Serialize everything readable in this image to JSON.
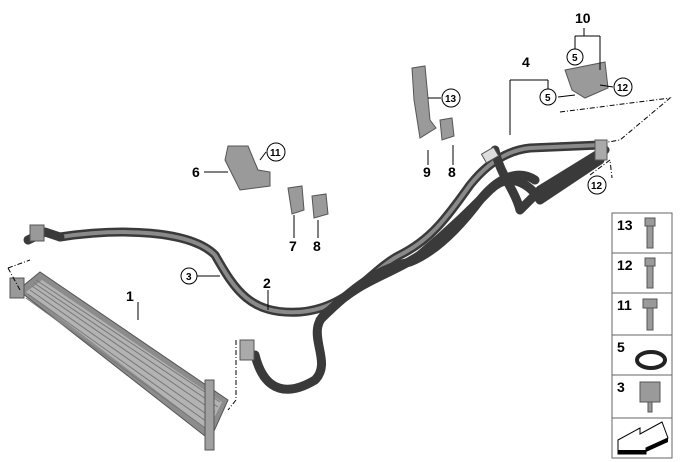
{
  "diagram": {
    "callouts": [
      {
        "id": "1",
        "label": "1",
        "circled": false
      },
      {
        "id": "2",
        "label": "2",
        "circled": false
      },
      {
        "id": "3",
        "label": "3",
        "circled": true
      },
      {
        "id": "4",
        "label": "4",
        "circled": false
      },
      {
        "id": "5a",
        "label": "5",
        "circled": true
      },
      {
        "id": "5b",
        "label": "5",
        "circled": true
      },
      {
        "id": "6",
        "label": "6",
        "circled": false
      },
      {
        "id": "7",
        "label": "7",
        "circled": false
      },
      {
        "id": "8a",
        "label": "8",
        "circled": false
      },
      {
        "id": "8b",
        "label": "8",
        "circled": false
      },
      {
        "id": "9",
        "label": "9",
        "circled": false
      },
      {
        "id": "10",
        "label": "10",
        "circled": false
      },
      {
        "id": "11",
        "label": "11",
        "circled": true
      },
      {
        "id": "12a",
        "label": "12",
        "circled": true
      },
      {
        "id": "12b",
        "label": "12",
        "circled": true
      },
      {
        "id": "13",
        "label": "13",
        "circled": true
      }
    ],
    "legend": [
      {
        "label": "13",
        "part": "bolt-icon"
      },
      {
        "label": "12",
        "part": "bolt-icon"
      },
      {
        "label": "11",
        "part": "bolt-icon"
      },
      {
        "label": "5",
        "part": "o-ring-icon"
      },
      {
        "label": "3",
        "part": "clip-icon"
      },
      {
        "label": "",
        "part": "arrow-icon"
      }
    ]
  }
}
